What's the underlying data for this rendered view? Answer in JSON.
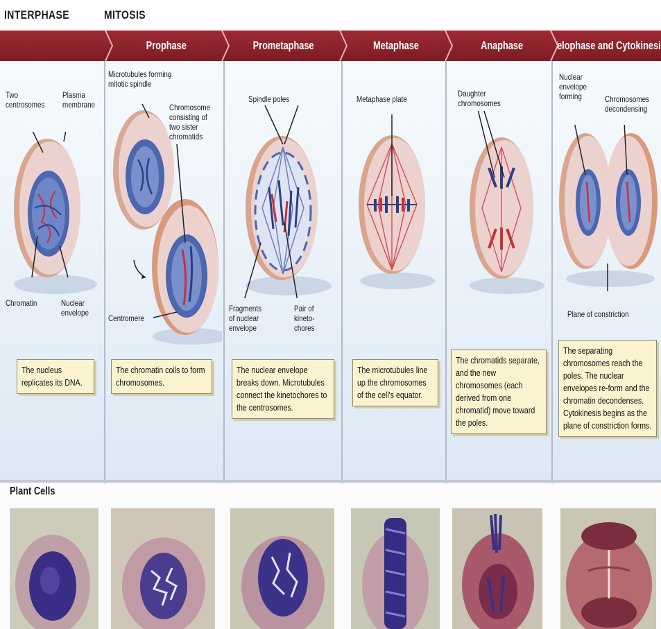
{
  "header": {
    "interphase_label": "INTERPHASE",
    "mitosis_label": "MITOSIS"
  },
  "phases": [
    {
      "name": "Prophase"
    },
    {
      "name": "Prometaphase"
    },
    {
      "name": "Metaphase"
    },
    {
      "name": "Anaphase"
    },
    {
      "name": "Telophase and Cytokinesis"
    }
  ],
  "labels": {
    "interphase": {
      "two_centrosomes": [
        "Two",
        "centrosomes"
      ],
      "plasma_membrane": [
        "Plasma",
        "membrane"
      ],
      "chromatin": "Chromatin",
      "nuclear_envelope": [
        "Nuclear",
        "envelope"
      ]
    },
    "prophase": {
      "microtubules": [
        "Microtubules forming",
        "mitotic spindle"
      ],
      "chromosome": [
        "Chromosome",
        "consisting of",
        "two sister",
        "chromatids"
      ],
      "centromere": "Centromere"
    },
    "prometaphase": {
      "spindle_poles": "Spindle poles",
      "fragments": [
        "Fragments",
        "of nuclear",
        "envelope"
      ],
      "kinetochores": [
        "Pair of",
        "kineto-",
        "chores"
      ]
    },
    "metaphase": {
      "metaphase_plate": "Metaphase plate"
    },
    "anaphase": {
      "daughter_chromosomes": [
        "Daughter",
        "chromosomes"
      ]
    },
    "telophase": {
      "nuclear_envelope_forming": [
        "Nuclear",
        "envelope",
        "forming"
      ],
      "chromosomes_decondensing": [
        "Chromosomes",
        "decondensing"
      ],
      "plane_of_constriction": "Plane of constriction"
    }
  },
  "captions": {
    "interphase": "The nucleus replicates its DNA.",
    "prophase": "The chromatin coils to form chromosomes.",
    "prometaphase": "The nuclear envelope breaks down. Microtubules connect the kinetochores to the centrosomes.",
    "metaphase": "The microtubules line up the chromosomes of the cell's equator.",
    "anaphase": "The chromatids separate, and the new chromosomes (each derived from one chromatid) move toward the poles.",
    "telophase": "The separating chromosomes reach the poles. The nuclear envelopes re-form and the chromatin decondenses. Cytokinesis begins as the plane of constriction forms."
  },
  "plant_cells": {
    "title": "Plant Cells"
  },
  "colors": {
    "banner": "#8b2129",
    "caption_bg": "#fbf3cf",
    "panel_bg": "#e6eff7",
    "nucleus": "#3b57a5",
    "chromosome_red": "#c8313a"
  }
}
